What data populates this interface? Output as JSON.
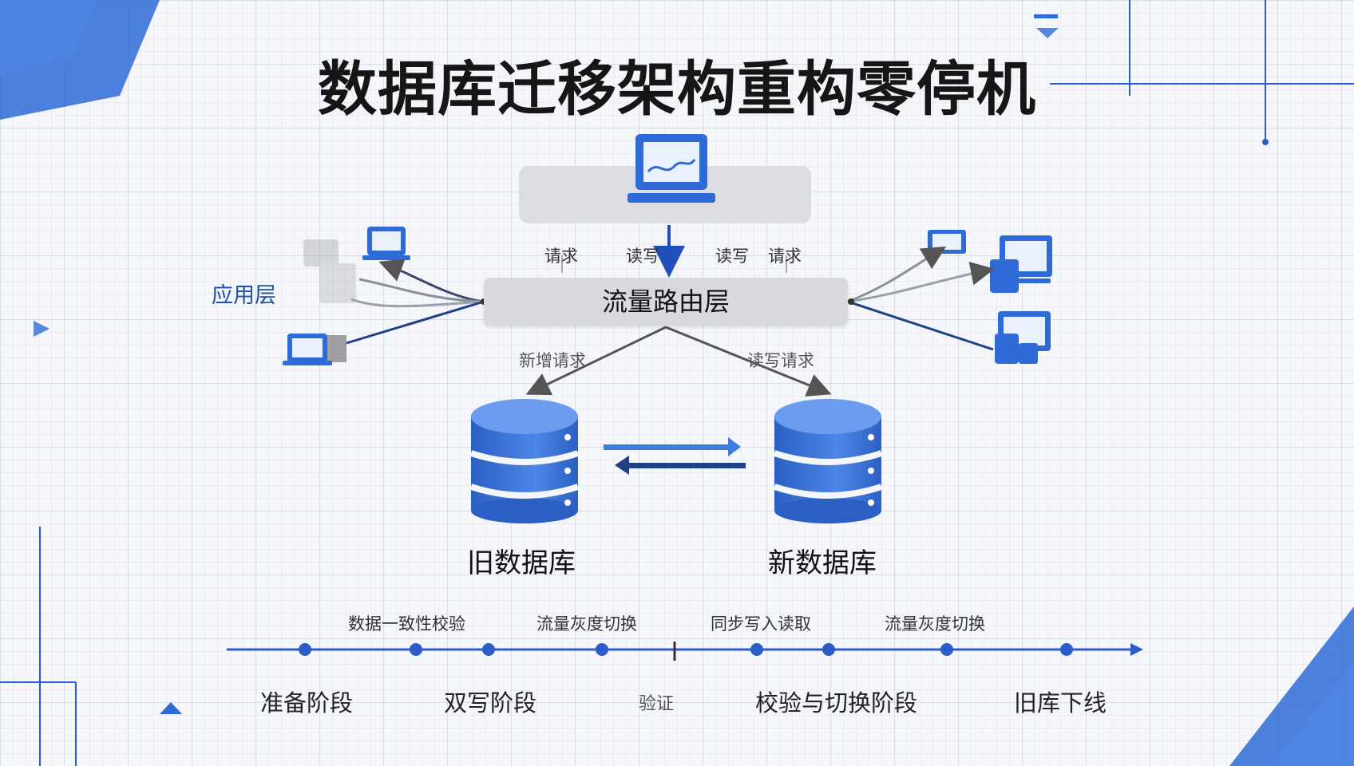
{
  "title": "数据库迁移架构重构零停机",
  "router_label": "流量路由层",
  "app_layer_label": "应用层",
  "request_labels": [
    "请求",
    "读写",
    "读写",
    "请求"
  ],
  "branch_labels": {
    "left": "新增请求",
    "right": "读写请求"
  },
  "databases": {
    "old": "旧数据库",
    "new": "新数据库"
  },
  "timeline": {
    "top_labels": [
      "数据一致性校验",
      "流量灰度切换",
      "同步写入读取",
      "流量灰度切换"
    ],
    "phases": [
      "准备阶段",
      "双写阶段",
      "验证",
      "校验与切换阶段",
      "旧库下线"
    ]
  },
  "colors": {
    "primary": "#2f6bd6",
    "dark": "#1f3f86",
    "router": "#d9dadf",
    "line": "#2c5cc5"
  },
  "icons": [
    "laptop-icon",
    "server-icon",
    "monitor-icon",
    "tablet-icon",
    "database-icon",
    "sync-arrows-icon"
  ]
}
